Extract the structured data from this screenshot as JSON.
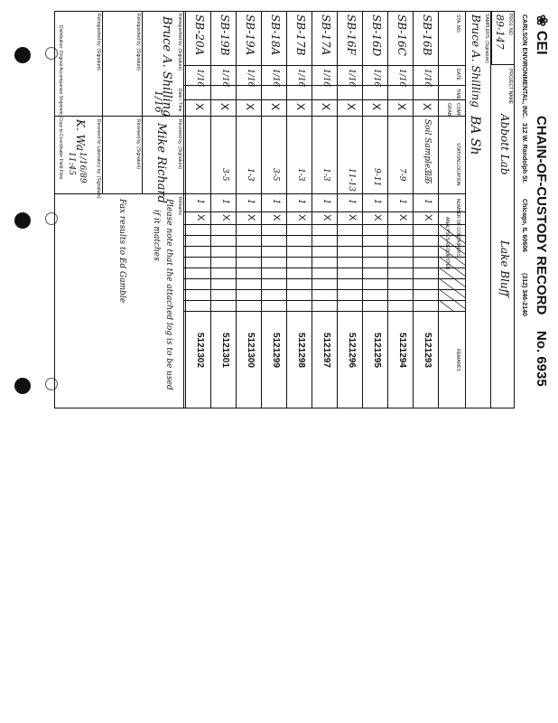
{
  "header": {
    "logo_text": "CEI",
    "company": "CARLSON ENVIRONMENTAL, INC.",
    "address": "312 W. Randolph St.",
    "city": "Chicago, IL 60606",
    "phone": "(312) 346-2140",
    "title": "CHAIN-OF-CUSTODY RECORD",
    "record_no_label": "No.",
    "record_no": "6935"
  },
  "project": {
    "proj_no_label": "PROJ. NO.",
    "proj_no": "89-147",
    "proj_name_label": "PROJECT NAME",
    "proj_name": "Abbott Lab",
    "location": "Lake Bluff",
    "samplers_label": "SAMPLERS: (Signature)",
    "samplers": "Bruce A. Shilling",
    "samplers_initials": "BA Sh"
  },
  "columns": {
    "sta_no": "STA. NO.",
    "date": "DATE",
    "time": "TIME",
    "comp": "COMP.",
    "grab": "GRAB",
    "station_location": "STATION LOCATION",
    "containers": "NUMBER OF CONTAINERS",
    "analyses": "ANALYSES REQUESTED",
    "remarks": "REMARKS"
  },
  "rows": [
    {
      "sta": "SB-16B",
      "date": "1/16",
      "grab": "X",
      "loc": "Soil Sample 3-5",
      "depth": "3.5",
      "count": "1",
      "lab": "5121293"
    },
    {
      "sta": "SB-16C",
      "date": "1/16",
      "grab": "X",
      "loc": "",
      "depth": "7-9",
      "count": "1",
      "lab": "5121294"
    },
    {
      "sta": "SB-16D",
      "date": "1/16",
      "grab": "X",
      "loc": "",
      "depth": "9-11",
      "count": "1",
      "lab": "5121295"
    },
    {
      "sta": "SB-16F",
      "date": "1/16",
      "grab": "X",
      "loc": "",
      "depth": "11-13",
      "count": "1",
      "lab": "5121296"
    },
    {
      "sta": "SB-17A",
      "date": "1/16",
      "grab": "X",
      "loc": "",
      "depth": "1-3",
      "count": "1",
      "lab": "5121297"
    },
    {
      "sta": "SB-17B",
      "date": "1/16",
      "grab": "X",
      "loc": "",
      "depth": "1-3",
      "count": "1",
      "lab": "5121298"
    },
    {
      "sta": "SB-18A",
      "date": "1/16",
      "grab": "X",
      "loc": "",
      "depth": "3-5",
      "count": "1",
      "lab": "5121299"
    },
    {
      "sta": "SB-19A",
      "date": "1/16",
      "grab": "X",
      "loc": "",
      "depth": "1-3",
      "count": "1",
      "lab": "5121300"
    },
    {
      "sta": "SB-19B",
      "date": "1/16",
      "grab": "X",
      "loc": "",
      "depth": "3-5",
      "count": "1",
      "lab": "5121301"
    },
    {
      "sta": "SB-20A",
      "date": "1/16",
      "grab": "X",
      "loc": "",
      "depth": "",
      "count": "1",
      "lab": "5121302"
    }
  ],
  "custody": {
    "relinquished_label": "Relinquished by: (Signature)",
    "received_label": "Received by: (Signature)",
    "date_time_label": "Date / Time",
    "received_lab_label": "Received for Laboratory by: (Signature)",
    "remarks_label": "Remarks",
    "relinquished_sig": "Bruce A. Shilling",
    "relinquished_date": "1/16",
    "received_sig": "Mike Richard",
    "lab_sig": "K. Wa",
    "lab_date": "1/16/89",
    "lab_time": "11:45",
    "remarks_1": "Please note that the attached log is to be used",
    "remarks_2": "if it matches",
    "remarks_3": "Fax results to Ed Gamble"
  },
  "footer": {
    "distribution": "Distribution: Original Accompanies Shipment; Copy to Coordinator Field Files"
  }
}
